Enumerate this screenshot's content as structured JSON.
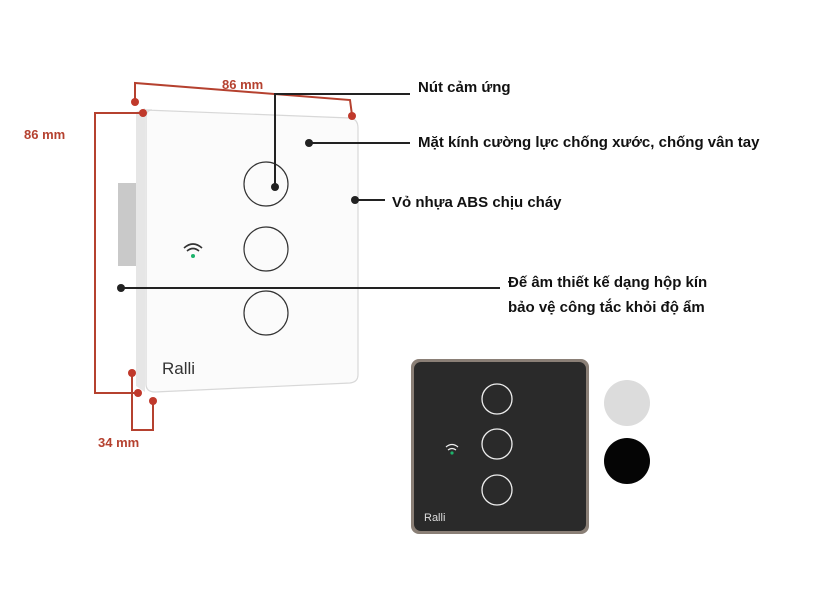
{
  "dimensions": {
    "width": "86 mm",
    "height": "86 mm",
    "depth": "34 mm"
  },
  "callouts": {
    "touch_button": "Nút cảm ứng",
    "glass": "Mặt kính cường lực chống xước, chống vân tay",
    "shell": "Vỏ nhựa ABS chịu cháy",
    "base_line1": "Đế âm thiết kế dạng hộp kín",
    "base_line2": "bảo vệ công tắc khỏi độ ẩm"
  },
  "brand": "Ralli",
  "colors": {
    "dimension": "#b5412f",
    "swatch_white": "#dcdcdc",
    "swatch_black": "#050505"
  }
}
